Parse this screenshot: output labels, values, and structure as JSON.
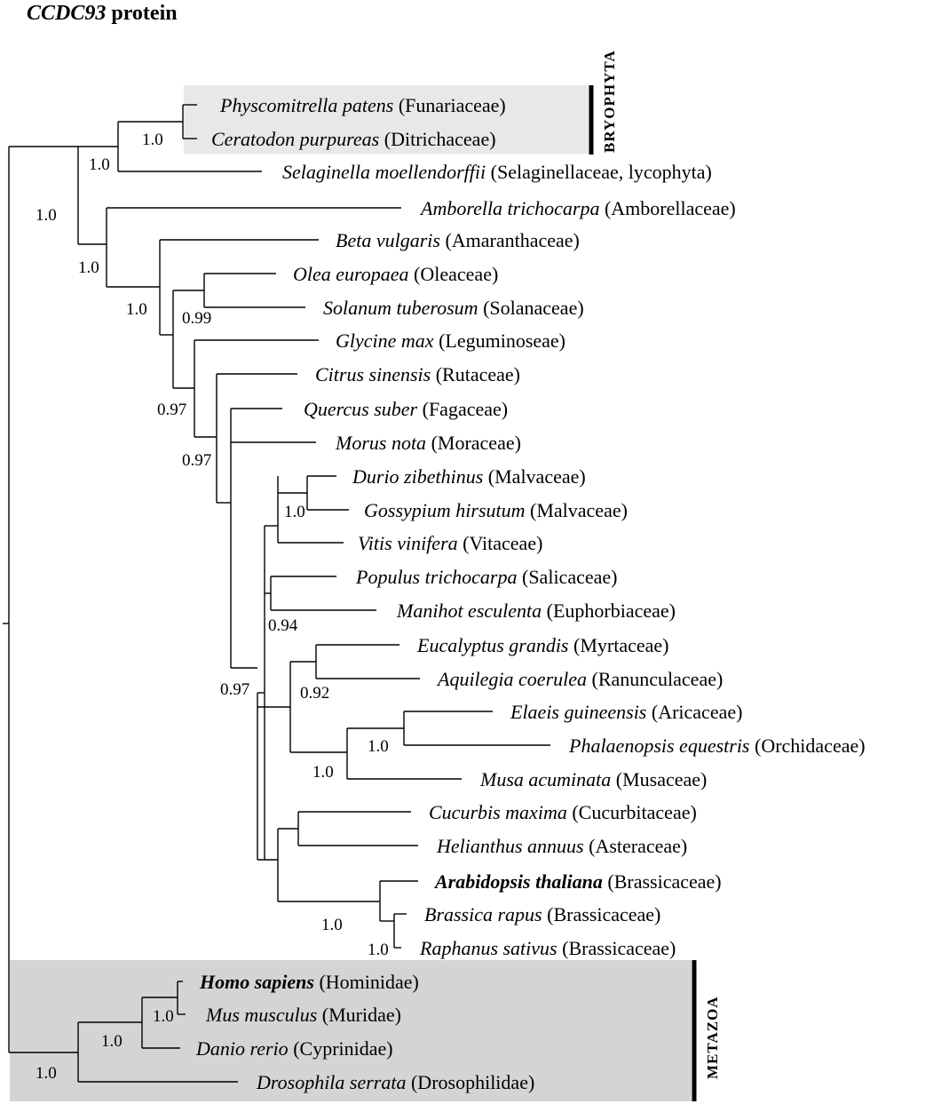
{
  "title": {
    "gene": "CCDC93",
    "suffix": " protein"
  },
  "groups": [
    {
      "id": "bryophyta",
      "label": "BRYOPHYTA",
      "shade": "#e8e8e8"
    },
    {
      "id": "metazoa",
      "label": "METAZOA",
      "shade": "#d4d4d4"
    }
  ],
  "taxa": [
    {
      "id": "physcomitrella",
      "species": "Physcomitrella patens",
      "family": " (Funariaceae)",
      "bold": false
    },
    {
      "id": "ceratodon",
      "species": "Ceratodon purpureas",
      "family": " (Ditrichaceae)",
      "bold": false
    },
    {
      "id": "selaginella",
      "species": "Selaginella moellendorffii",
      "family": " (Selaginellaceae, lycophyta)",
      "bold": false
    },
    {
      "id": "amborella",
      "species": "Amborella trichocarpa",
      "family": " (Amborellaceae)",
      "bold": false
    },
    {
      "id": "beta",
      "species": "Beta vulgaris",
      "family": " (Amaranthaceae)",
      "bold": false
    },
    {
      "id": "olea",
      "species": "Olea europaea",
      "family": " (Oleaceae)",
      "bold": false
    },
    {
      "id": "solanum",
      "species": "Solanum tuberosum",
      "family": " (Solanaceae)",
      "bold": false
    },
    {
      "id": "glycine",
      "species": "Glycine max",
      "family": " (Leguminoseae)",
      "bold": false
    },
    {
      "id": "citrus",
      "species": "Citrus sinensis",
      "family": " (Rutaceae)",
      "bold": false
    },
    {
      "id": "quercus",
      "species": "Quercus suber",
      "family": " (Fagaceae)",
      "bold": false
    },
    {
      "id": "morus",
      "species": "Morus nota",
      "family": " (Moraceae)",
      "bold": false
    },
    {
      "id": "durio",
      "species": "Durio zibethinus",
      "family": " (Malvaceae)",
      "bold": false
    },
    {
      "id": "gossypium",
      "species": "Gossypium hirsutum",
      "family": " (Malvaceae)",
      "bold": false
    },
    {
      "id": "vitis",
      "species": "Vitis vinifera",
      "family": " (Vitaceae)",
      "bold": false
    },
    {
      "id": "populus",
      "species": "Populus trichocarpa",
      "family": " (Salicaceae)",
      "bold": false
    },
    {
      "id": "manihot",
      "species": "Manihot esculenta",
      "family": " (Euphorbiaceae)",
      "bold": false
    },
    {
      "id": "eucalyptus",
      "species": "Eucalyptus grandis",
      "family": " (Myrtaceae)",
      "bold": false
    },
    {
      "id": "aquilegia",
      "species": "Aquilegia coerulea",
      "family": " (Ranunculaceae)",
      "bold": false
    },
    {
      "id": "elaeis",
      "species": "Elaeis guineensis",
      "family": " (Aricaceae)",
      "bold": false
    },
    {
      "id": "phalaenopsis",
      "species": "Phalaenopsis equestris",
      "family": " (Orchidaceae)",
      "bold": false
    },
    {
      "id": "musa",
      "species": "Musa acuminata",
      "family": " (Musaceae)",
      "bold": false
    },
    {
      "id": "cucurbis",
      "species": "Cucurbis maxima",
      "family": " (Cucurbitaceae)",
      "bold": false
    },
    {
      "id": "helianthus",
      "species": "Helianthus annuus",
      "family": " (Asteraceae)",
      "bold": false
    },
    {
      "id": "arabidopsis",
      "species": "Arabidopsis thaliana",
      "family": " (Brassicaceae)",
      "bold": true
    },
    {
      "id": "brassica",
      "species": "Brassica rapus",
      "family": " (Brassicaceae)",
      "bold": false
    },
    {
      "id": "raphanus",
      "species": "Raphanus sativus",
      "family": " (Brassicaceae)",
      "bold": false
    },
    {
      "id": "homo",
      "species": "Homo sapiens",
      "family": " (Hominidae)",
      "bold": true
    },
    {
      "id": "mus",
      "species": "Mus musculus",
      "family": " (Muridae)",
      "bold": false
    },
    {
      "id": "danio",
      "species": "Danio rerio",
      "family": " (Cyprinidae)",
      "bold": false
    },
    {
      "id": "drosophila",
      "species": "Drosophila serrata",
      "family": " (Drosophilidae)",
      "bold": false
    }
  ],
  "support_values": {
    "moss_pair": "1.0",
    "bryo_lyco": "1.0",
    "land_plants": "1.0",
    "angiosperms": "1.0",
    "core_eudicots": "1.0",
    "olea_solanum": "0.99",
    "rosid_split": "0.97",
    "citrus_clade": "0.97",
    "quercus_clade": "0.97",
    "durio_gossypium": "1.0",
    "populus_manihot": "0.94",
    "eucalyptus_aquilegia": "0.92",
    "elaeis_phalaenopsis": "1.0",
    "monocots": "1.0",
    "brassicaceae": "1.0",
    "brassica_raphanus": "1.0",
    "homo_mus": "1.0",
    "vertebrates": "1.0",
    "metazoa": "1.0"
  }
}
